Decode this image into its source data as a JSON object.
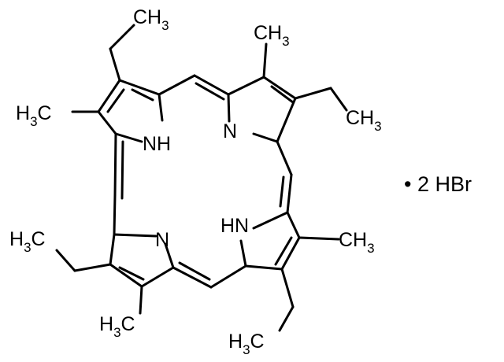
{
  "molecule": {
    "ring_nitrogens": {
      "nh_top": "NH",
      "n_top": "N",
      "n_bottom": "N",
      "hn_bottom": "HN"
    },
    "substituents": {
      "ethyl_a": {
        "main": "CH",
        "sub": "3"
      },
      "methyl_a": {
        "main": "H",
        "sub": "3",
        "tail": "C"
      },
      "methyl_b": {
        "main": "CH",
        "sub": "3"
      },
      "ethyl_b": {
        "main": "CH",
        "sub": "3"
      },
      "methyl_c": {
        "main": "CH",
        "sub": "3"
      },
      "ethyl_c": {
        "main": "H",
        "sub": "3",
        "tail": "C"
      },
      "methyl_d": {
        "main": "H",
        "sub": "3",
        "tail": "C"
      },
      "ethyl_d": {
        "main": "H",
        "sub": "3",
        "tail": "C"
      }
    },
    "salt_label": "• 2 HBr"
  },
  "colors": {
    "bonds": "#000000",
    "text": "#000000",
    "background": "#ffffff"
  }
}
